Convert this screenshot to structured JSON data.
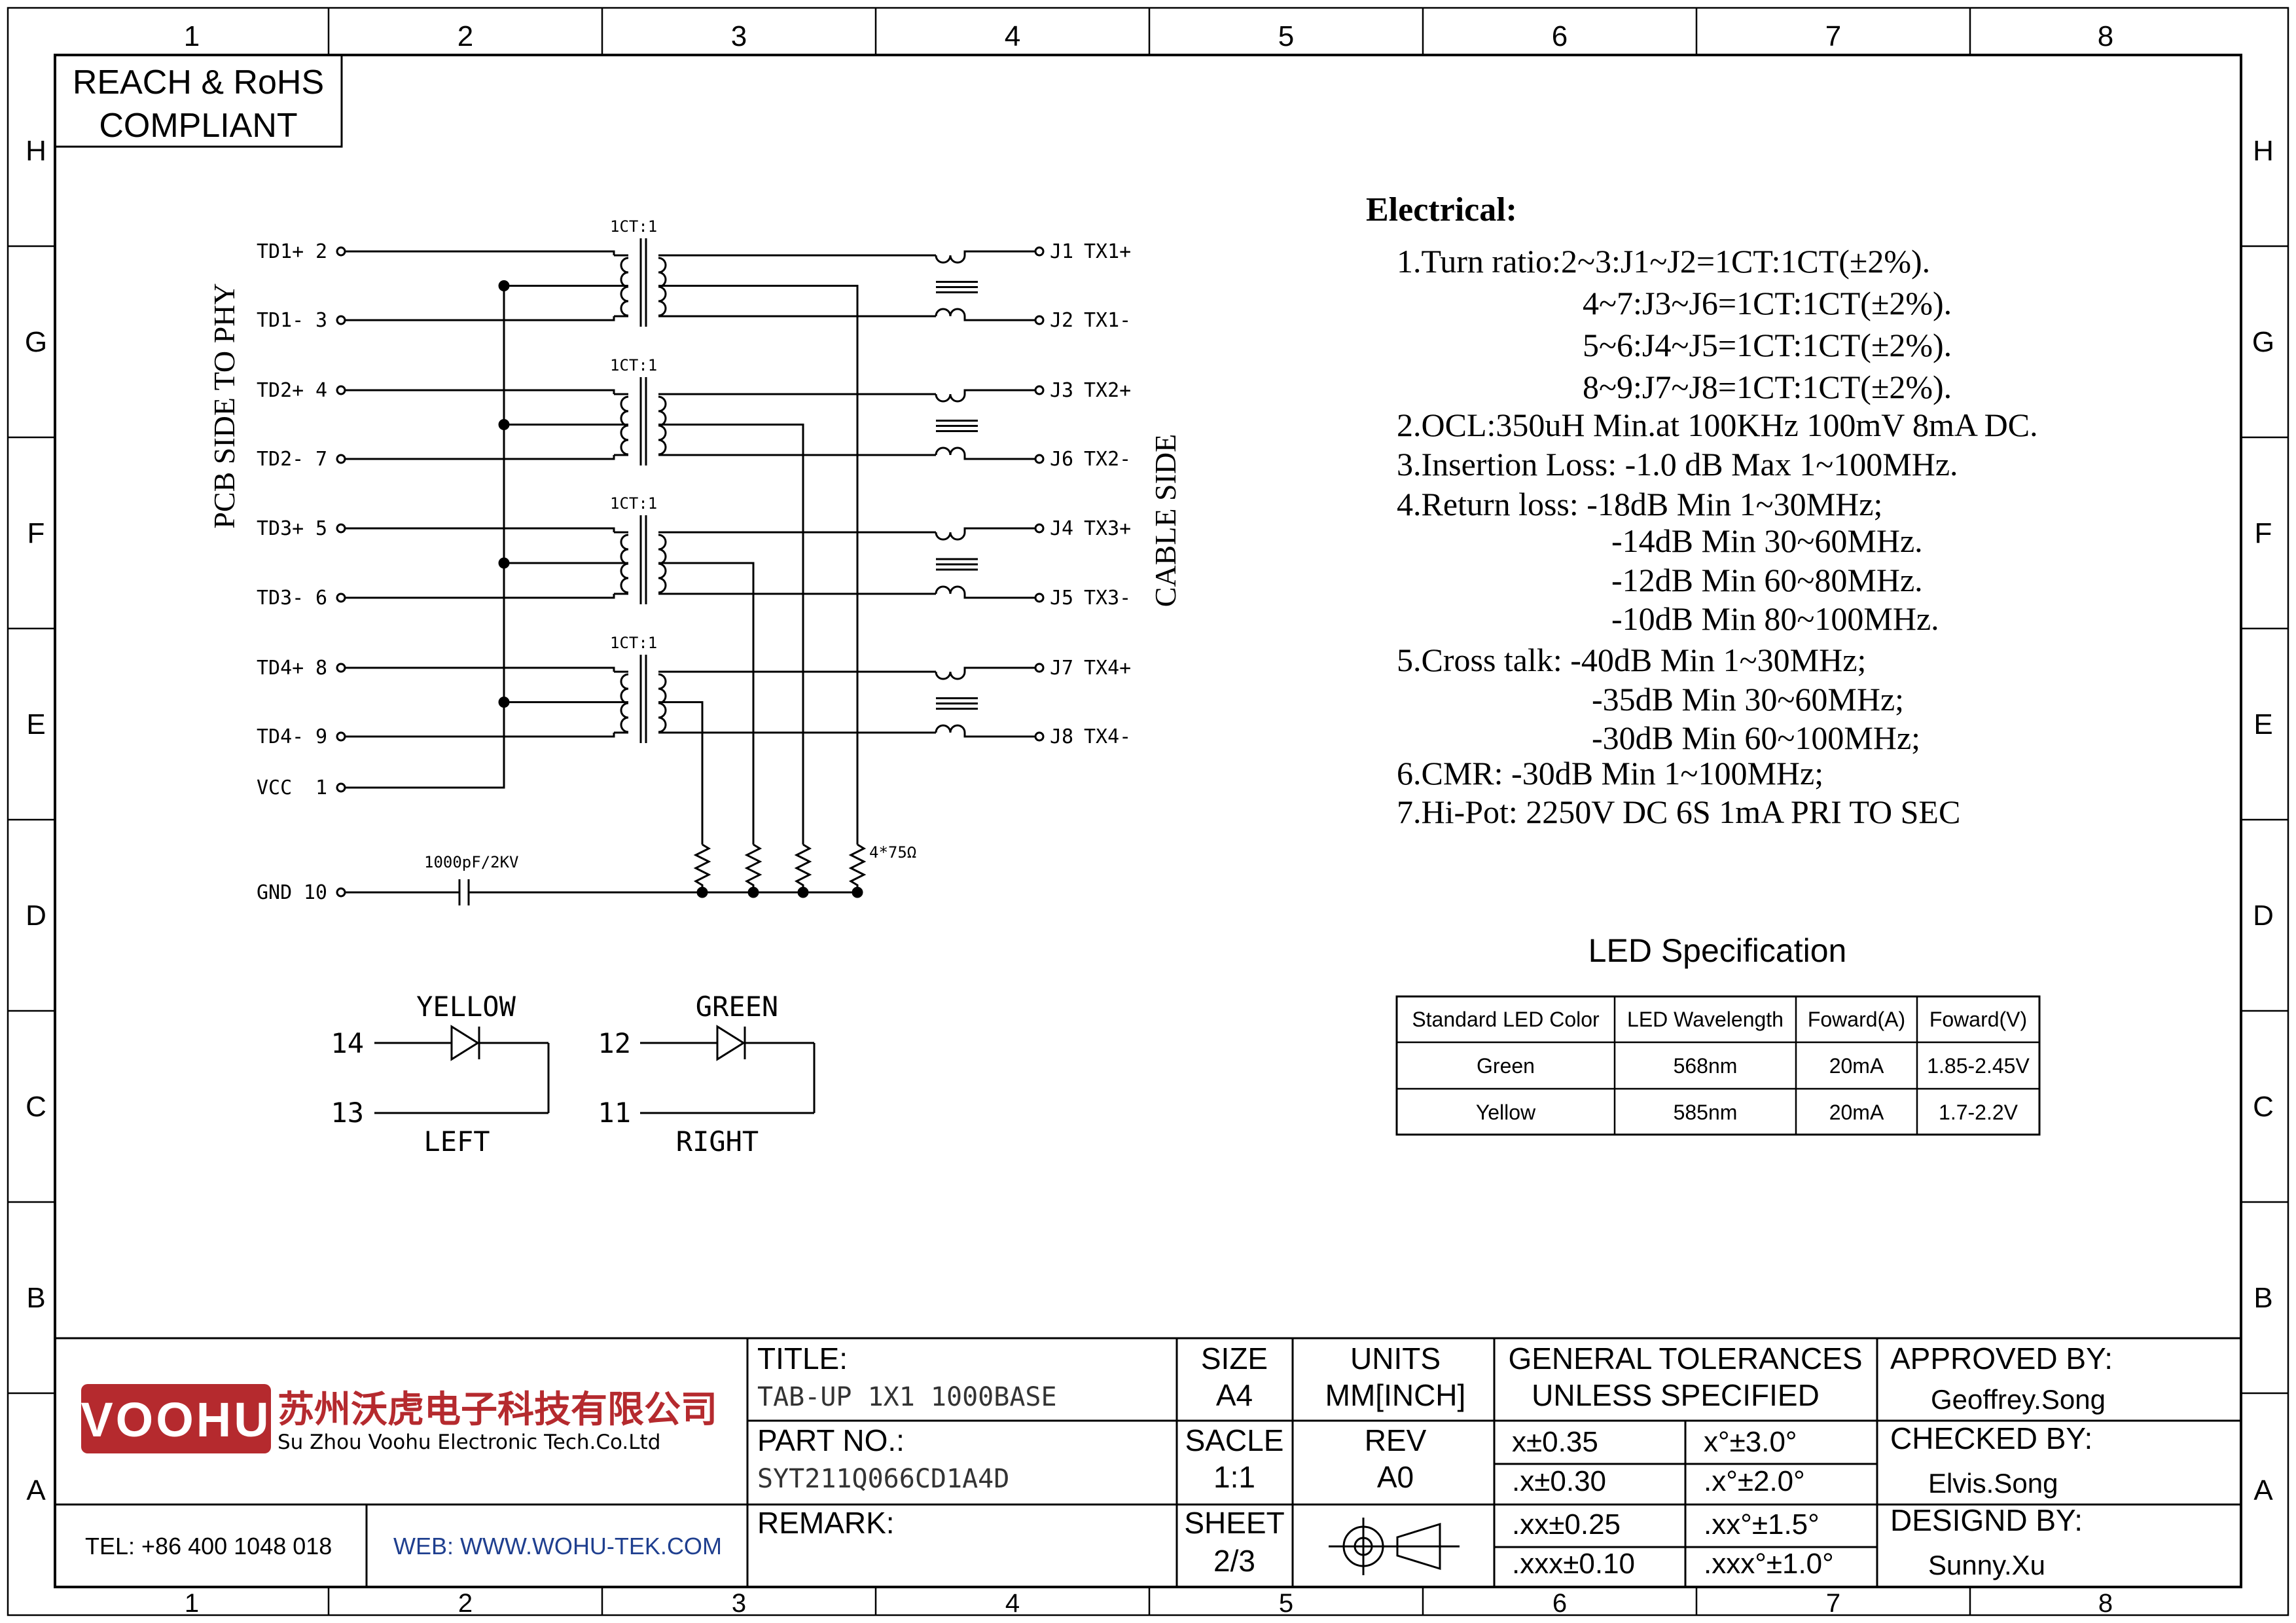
{
  "frame": {
    "columns": [
      "1",
      "2",
      "3",
      "4",
      "5",
      "6",
      "7",
      "8"
    ],
    "rows": [
      "H",
      "G",
      "F",
      "E",
      "D",
      "C",
      "B",
      "A"
    ]
  },
  "compliance": {
    "line1": "REACH & RoHS",
    "line2": "COMPLIANT"
  },
  "schematic": {
    "side_left": "PCB SIDE TO PHY",
    "side_right": "CABLE SIDE",
    "left_pins": [
      {
        "label": "TD1+",
        "pin": "2"
      },
      {
        "label": "TD1-",
        "pin": "3"
      },
      {
        "label": "TD2+",
        "pin": "4"
      },
      {
        "label": "TD2-",
        "pin": "7"
      },
      {
        "label": "TD3+",
        "pin": "5"
      },
      {
        "label": "TD3-",
        "pin": "6"
      },
      {
        "label": "TD4+",
        "pin": "8"
      },
      {
        "label": "TD4-",
        "pin": "9"
      },
      {
        "label": "VCC",
        "pin": "1"
      },
      {
        "label": "GND",
        "pin": "10"
      }
    ],
    "right_pins": [
      {
        "pin": "J1",
        "label": "TX1+"
      },
      {
        "pin": "J2",
        "label": "TX1-"
      },
      {
        "pin": "J3",
        "label": "TX2+"
      },
      {
        "pin": "J6",
        "label": "TX2-"
      },
      {
        "pin": "J4",
        "label": "TX3+"
      },
      {
        "pin": "J5",
        "label": "TX3-"
      },
      {
        "pin": "J7",
        "label": "TX4+"
      },
      {
        "pin": "J8",
        "label": "TX4-"
      }
    ],
    "transformer_ratio": "1CT:1",
    "capacitor": "1000pF/2KV",
    "resistor": "4*75Ω"
  },
  "leds": {
    "left": {
      "color": "YELLOW",
      "pin_a": "14",
      "pin_b": "13",
      "side": "LEFT"
    },
    "right": {
      "color": "GREEN",
      "pin_a": "12",
      "pin_b": "11",
      "side": "RIGHT"
    }
  },
  "electrical": {
    "title": "Electrical:",
    "lines": [
      "1.Turn ratio:2~3:J1~J2=1CT:1CT(±2%).",
      "4~7:J3~J6=1CT:1CT(±2%).",
      "5~6:J4~J5=1CT:1CT(±2%).",
      "8~9:J7~J8=1CT:1CT(±2%).",
      "2.OCL:350uH Min.at 100KHz 100mV 8mA DC.",
      "3.Insertion Loss: -1.0 dB Max 1~100MHz.",
      "4.Return loss: -18dB Min 1~30MHz;",
      "-14dB Min 30~60MHz.",
      "-12dB Min 60~80MHz.",
      "-10dB Min 80~100MHz.",
      "5.Cross talk: -40dB Min 1~30MHz;",
      "-35dB Min 30~60MHz;",
      "-30dB Min 60~100MHz;",
      "6.CMR: -30dB Min 1~100MHz;",
      "7.Hi-Pot: 2250V DC 6S 1mA PRI TO SEC"
    ]
  },
  "led_spec": {
    "title": "LED Specification",
    "headers": [
      "Standard LED Color",
      "LED Wavelength",
      "Foward(A)",
      "Foward(V)"
    ],
    "rows": [
      [
        "Green",
        "568nm",
        "20mA",
        "1.85-2.45V"
      ],
      [
        "Yellow",
        "585nm",
        "20mA",
        "1.7-2.2V"
      ]
    ]
  },
  "title_block": {
    "logo": "VOOHU",
    "company_cn": "苏州沃虎电子科技有限公司",
    "company_en": "Su Zhou Voohu Electronic Tech.Co.Ltd",
    "tel": "TEL: +86 400 1048 018",
    "web": "WEB: WWW.WOHU-TEK.COM",
    "title_label": "TITLE:",
    "title_value": "TAB-UP 1X1 1000BASE",
    "part_label": "PART NO.:",
    "part_value": "SYT211Q066CD1A4D",
    "remark_label": "REMARK:",
    "size_label": "SIZE",
    "size_value": "A4",
    "units_label": "UNITS",
    "units_value": "MM[INCH]",
    "scale_label": "SACLE",
    "scale_value": "1:1",
    "rev_label": "REV",
    "rev_value": "A0",
    "sheet_label": "SHEET",
    "sheet_value": "2/3",
    "tol_line1": "GENERAL TOLERANCES",
    "tol_line2": "UNLESS SPECIFIED",
    "tolerances": [
      [
        "x±0.35",
        "x°±3.0°"
      ],
      [
        ".x±0.30",
        ".x°±2.0°"
      ],
      [
        ".xx±0.25",
        ".xx°±1.5°"
      ],
      [
        ".xxx±0.10",
        ".xxx°±1.0°"
      ]
    ],
    "approved_label": "APPROVED BY:",
    "approved_value": "Geoffrey.Song",
    "checked_label": "CHECKED BY:",
    "checked_value": "Elvis.Song",
    "designed_label": "DESIGND BY:",
    "designed_value": "Sunny.Xu"
  },
  "colors": {
    "ink": "#000000",
    "logo_red": "#b52a2e",
    "web_blue": "#1f3f8f"
  }
}
